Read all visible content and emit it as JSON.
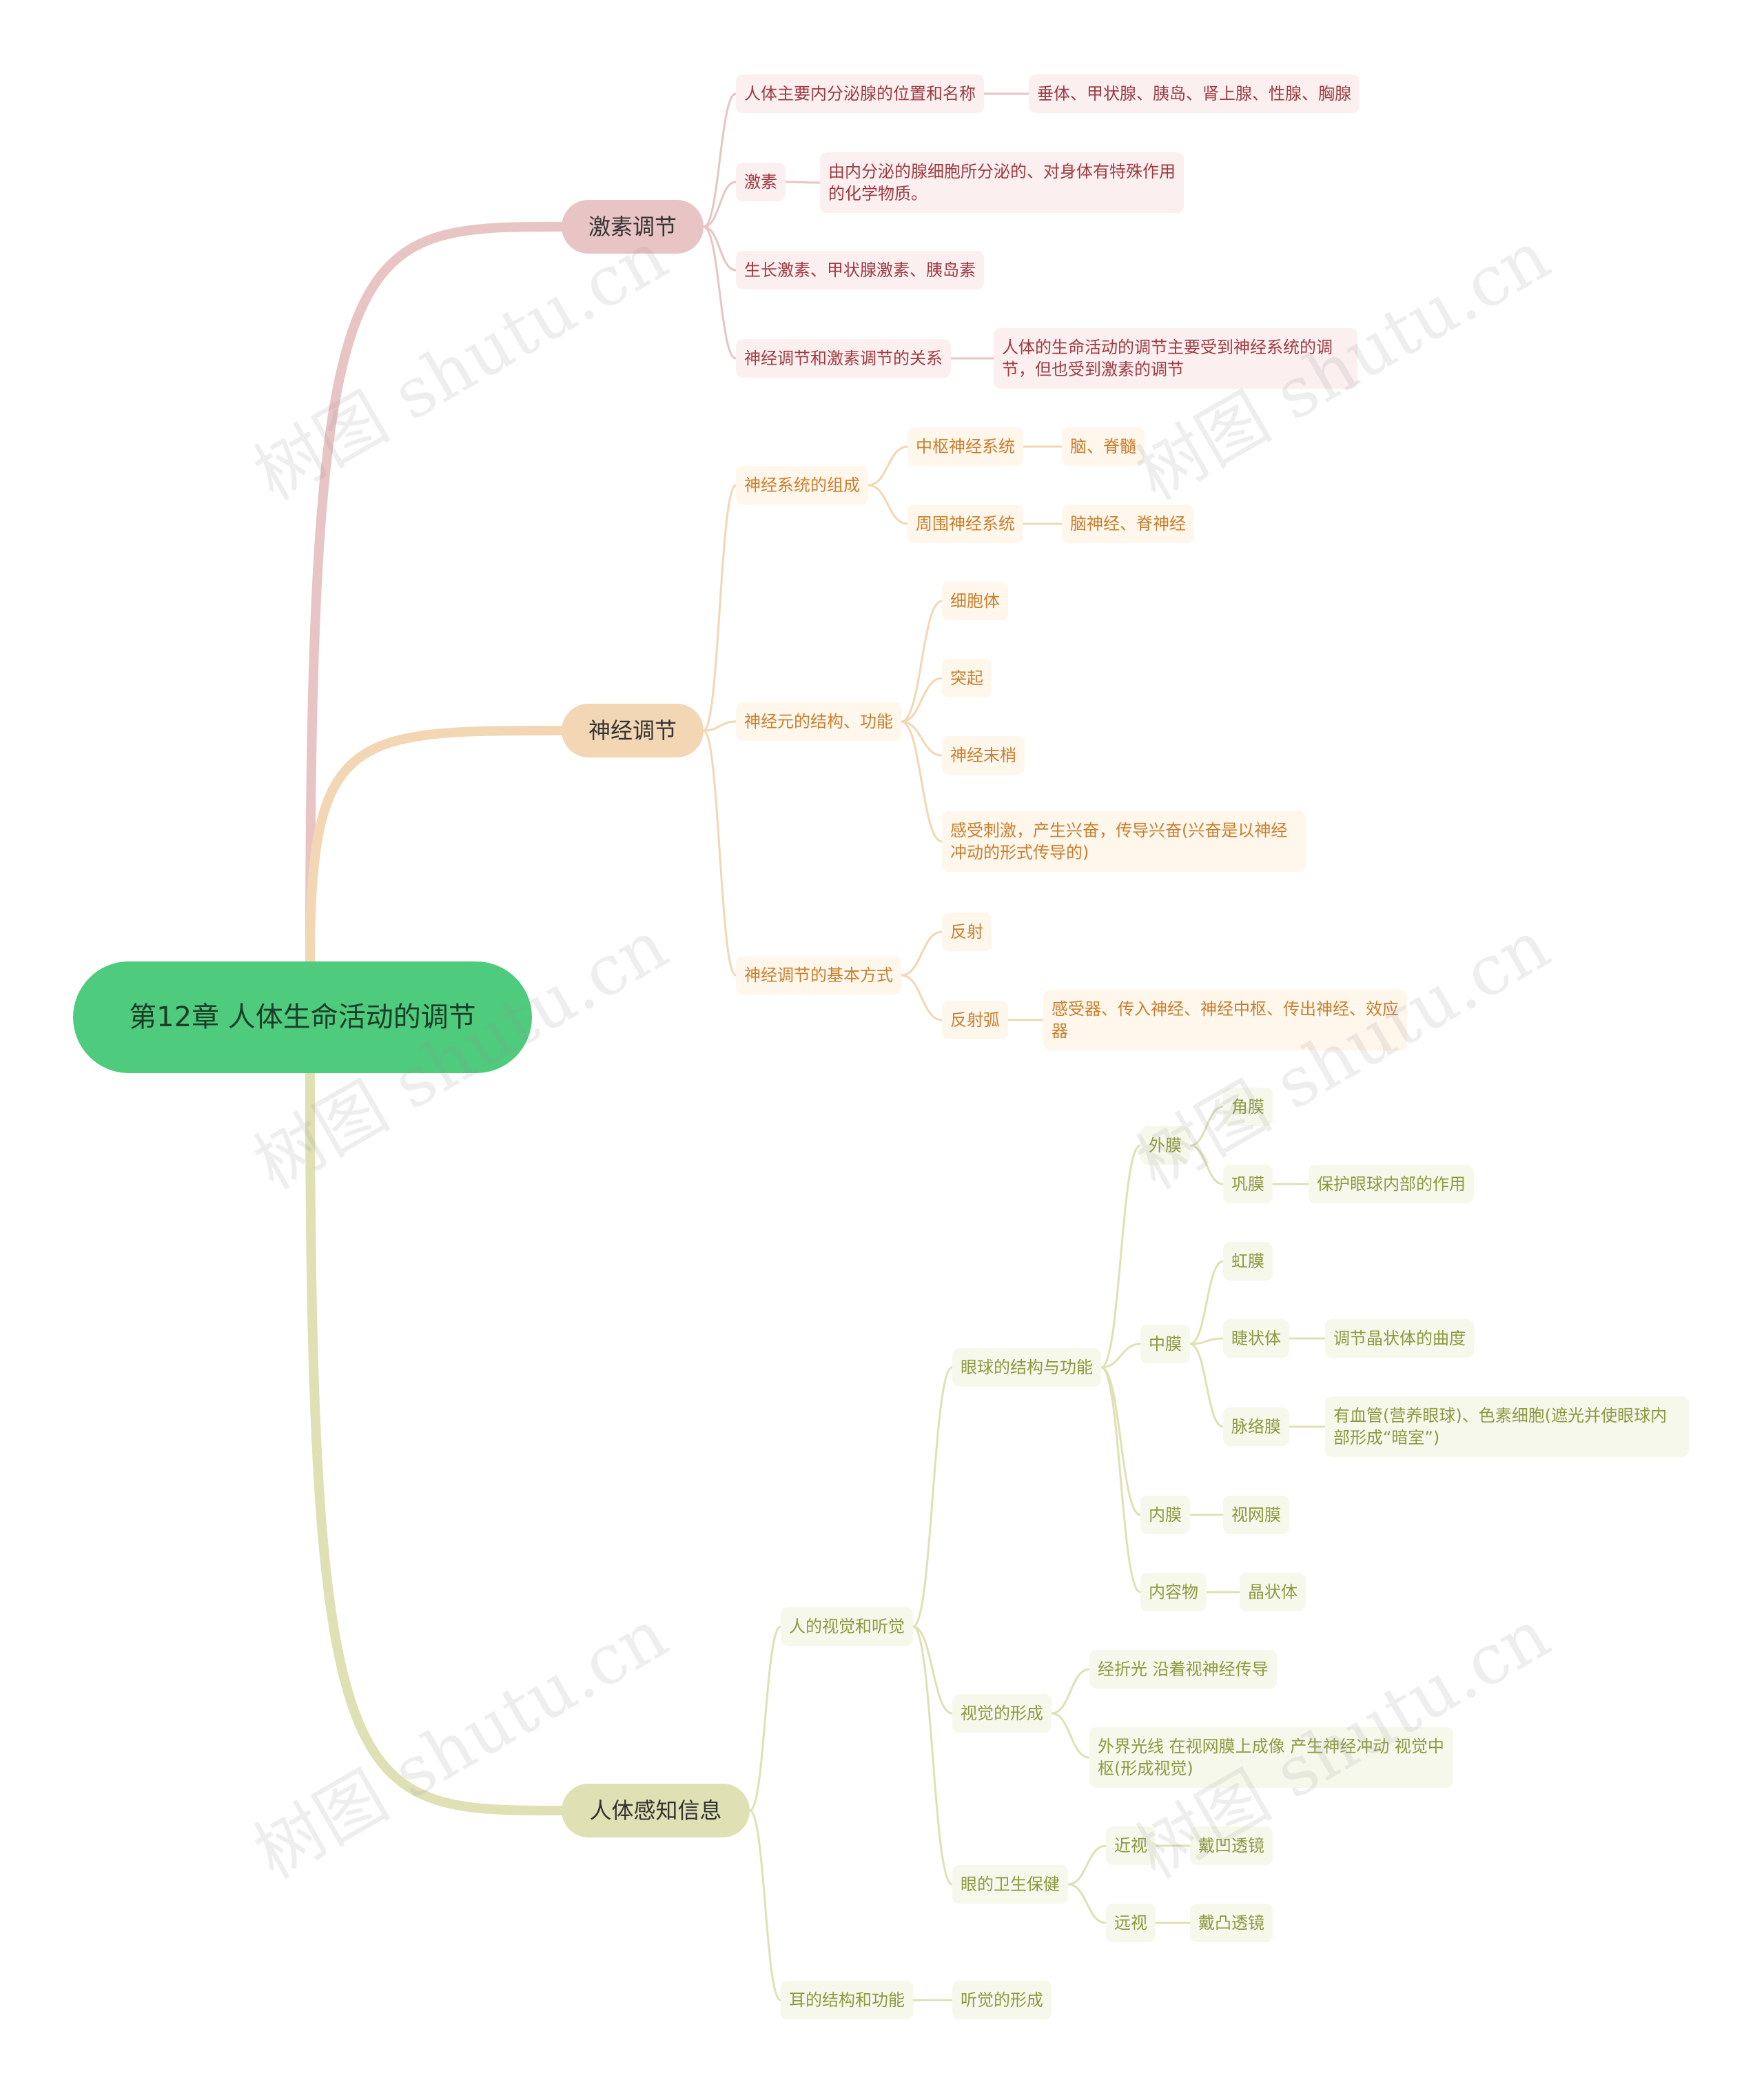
{
  "root": "第12章 人体生命活动的调节",
  "colors": {
    "root": "#4ecb7c",
    "hormone": "#e8c4c4",
    "nerve": "#f3d6b4",
    "perception": "#dfe0b4"
  },
  "hormone": {
    "title": "激素调节",
    "glands_q": "人体主要内分泌腺的位置和名称",
    "glands_a": "垂体、甲状腺、胰岛、肾上腺、性腺、胸腺",
    "hormone_q": "激素",
    "hormone_a": "由内分泌的腺细胞所分泌的、对身体有特殊作用的化学物质。",
    "hormones": "生长激素、甲状腺激素、胰岛素",
    "relation_q": "神经调节和激素调节的关系",
    "relation_a": "人体的生命活动的调节主要受到神经系统的调节，但也受到激素的调节"
  },
  "nerve": {
    "title": "神经调节",
    "composition": "神经系统的组成",
    "cns": "中枢神经系统",
    "cns_a": "脑、脊髓",
    "pns": "周围神经系统",
    "pns_a": "脑神经、脊神经",
    "neuron": "神经元的结构、功能",
    "cell_body": "细胞体",
    "process": "突起",
    "ending": "神经末梢",
    "function": "感受刺激，产生兴奋，传导兴奋(兴奋是以神经冲动的形式传导的)",
    "basic": "神经调节的基本方式",
    "reflex": "反射",
    "arc": "反射弧",
    "arc_a": "感受器、传入神经、神经中枢、传出神经、效应器"
  },
  "perception": {
    "title": "人体感知信息",
    "sight_hearing": "人的视觉和听觉",
    "eye": "眼球的结构与功能",
    "outer": "外膜",
    "cornea": "角膜",
    "sclera": "巩膜",
    "sclera_a": "保护眼球内部的作用",
    "middle": "中膜",
    "iris": "虹膜",
    "ciliary": "睫状体",
    "ciliary_a": "调节晶状体的曲度",
    "choroid": "脉络膜",
    "choroid_a": "有血管(营养眼球)、色素细胞(遮光并使眼球内部形成“暗室”)",
    "inner": "内膜",
    "retina": "视网膜",
    "contents": "内容物",
    "lens": "晶状体",
    "vision": "视觉的形成",
    "vision_a1": "经折光 沿着视神经传导",
    "vision_a2": "外界光线 在视网膜上成像 产生神经冲动 视觉中枢(形成视觉)",
    "hygiene": "眼的卫生保健",
    "myopia": "近视",
    "myopia_a": "戴凹透镜",
    "hyperopia": "远视",
    "hyperopia_a": "戴凸透镜",
    "ear": "耳的结构和功能",
    "hearing": "听觉的形成"
  },
  "watermark": "树图 shutu.cn"
}
